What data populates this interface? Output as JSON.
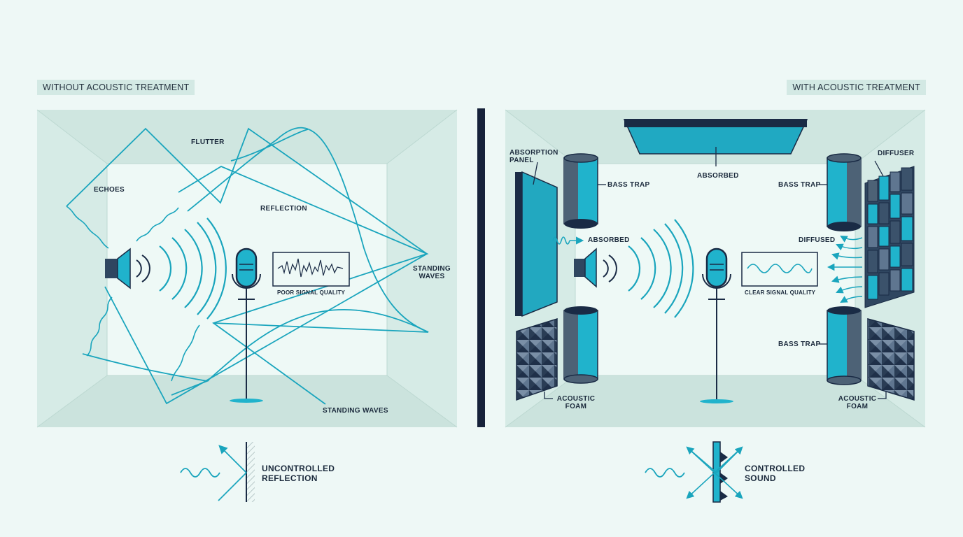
{
  "left_panel": {
    "tag": "WITHOUT ACOUSTIC TREATMENT",
    "labels": {
      "echoes": "ECHOES",
      "flutter": "FLUTTER",
      "reflection": "REFLECTION",
      "standing_waves_side": "STANDING\nWAVES",
      "standing_waves_floor": "STANDING WAVES",
      "signal": "POOR SIGNAL QUALITY"
    },
    "legend": "UNCONTROLLED\nREFLECTION"
  },
  "right_panel": {
    "tag": "WITH ACOUSTIC TREATMENT",
    "labels": {
      "absorption_panel": "ABSORPTION\nPANEL",
      "bass_trap_top_left": "BASS TRAP",
      "absorbed_ceiling": "ABSORBED",
      "bass_trap_top_right": "BASS TRAP",
      "diffuser": "DIFFUSER",
      "absorbed_wall": "ABSORBED",
      "diffused": "DIFFUSED",
      "signal": "CLEAR SIGNAL QUALITY",
      "bass_trap_bottom_right": "BASS TRAP",
      "acoustic_foam_left": "ACOUSTIC\nFOAM",
      "acoustic_foam_right": "ACOUSTIC\nFOAM"
    },
    "legend": "CONTROLLED\nSOUND"
  },
  "colors": {
    "background": "#eef8f6",
    "room_wall": "#cfe6e0",
    "room_back": "#eaf6f3",
    "wave": "#1aa5bd",
    "accent_teal": "#20b3cc",
    "dark_navy": "#1a2b45",
    "slate": "#4d6276"
  }
}
